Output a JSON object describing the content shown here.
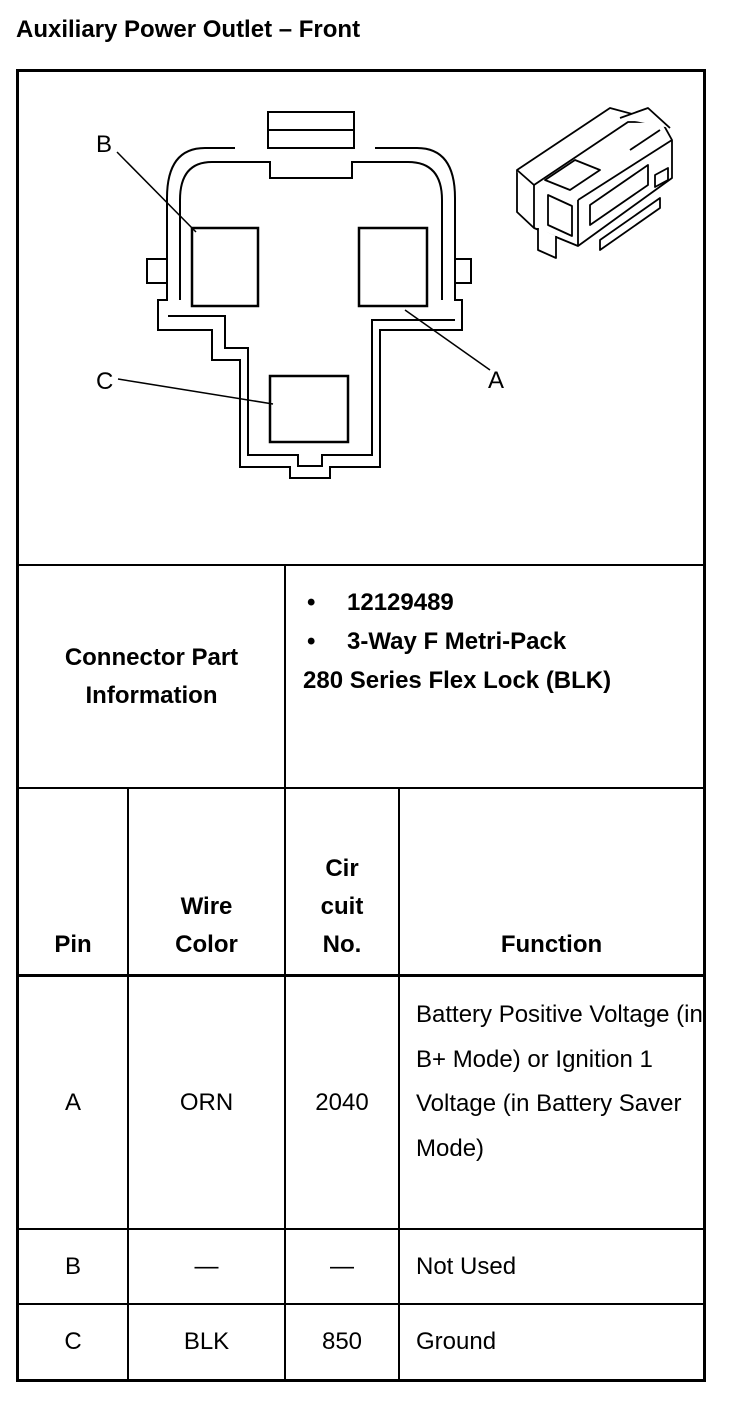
{
  "title": "Auxiliary Power Outlet – Front",
  "diagram": {
    "pin_labels": [
      "A",
      "B",
      "C"
    ]
  },
  "connector": {
    "label": "Connector Part Information",
    "bullets": [
      "12129489",
      "3-Way F Metri-Pack"
    ],
    "continuation": "280 Series Flex Lock (BLK)"
  },
  "table": {
    "headers": {
      "pin": "Pin",
      "wire_color": "Wire Color",
      "circuit_no": "Cir cuit No.",
      "function": "Function"
    },
    "rows": [
      {
        "pin": "A",
        "wire_color": "ORN",
        "circuit": "2040",
        "function": "Battery Positive Voltage (in B+ Mode) or Ignition 1 Voltage (in Battery Saver Mode)"
      },
      {
        "pin": "B",
        "wire_color": "—",
        "circuit": "—",
        "function": "Not Used"
      },
      {
        "pin": "C",
        "wire_color": "BLK",
        "circuit": "850",
        "function": "Ground"
      }
    ]
  }
}
